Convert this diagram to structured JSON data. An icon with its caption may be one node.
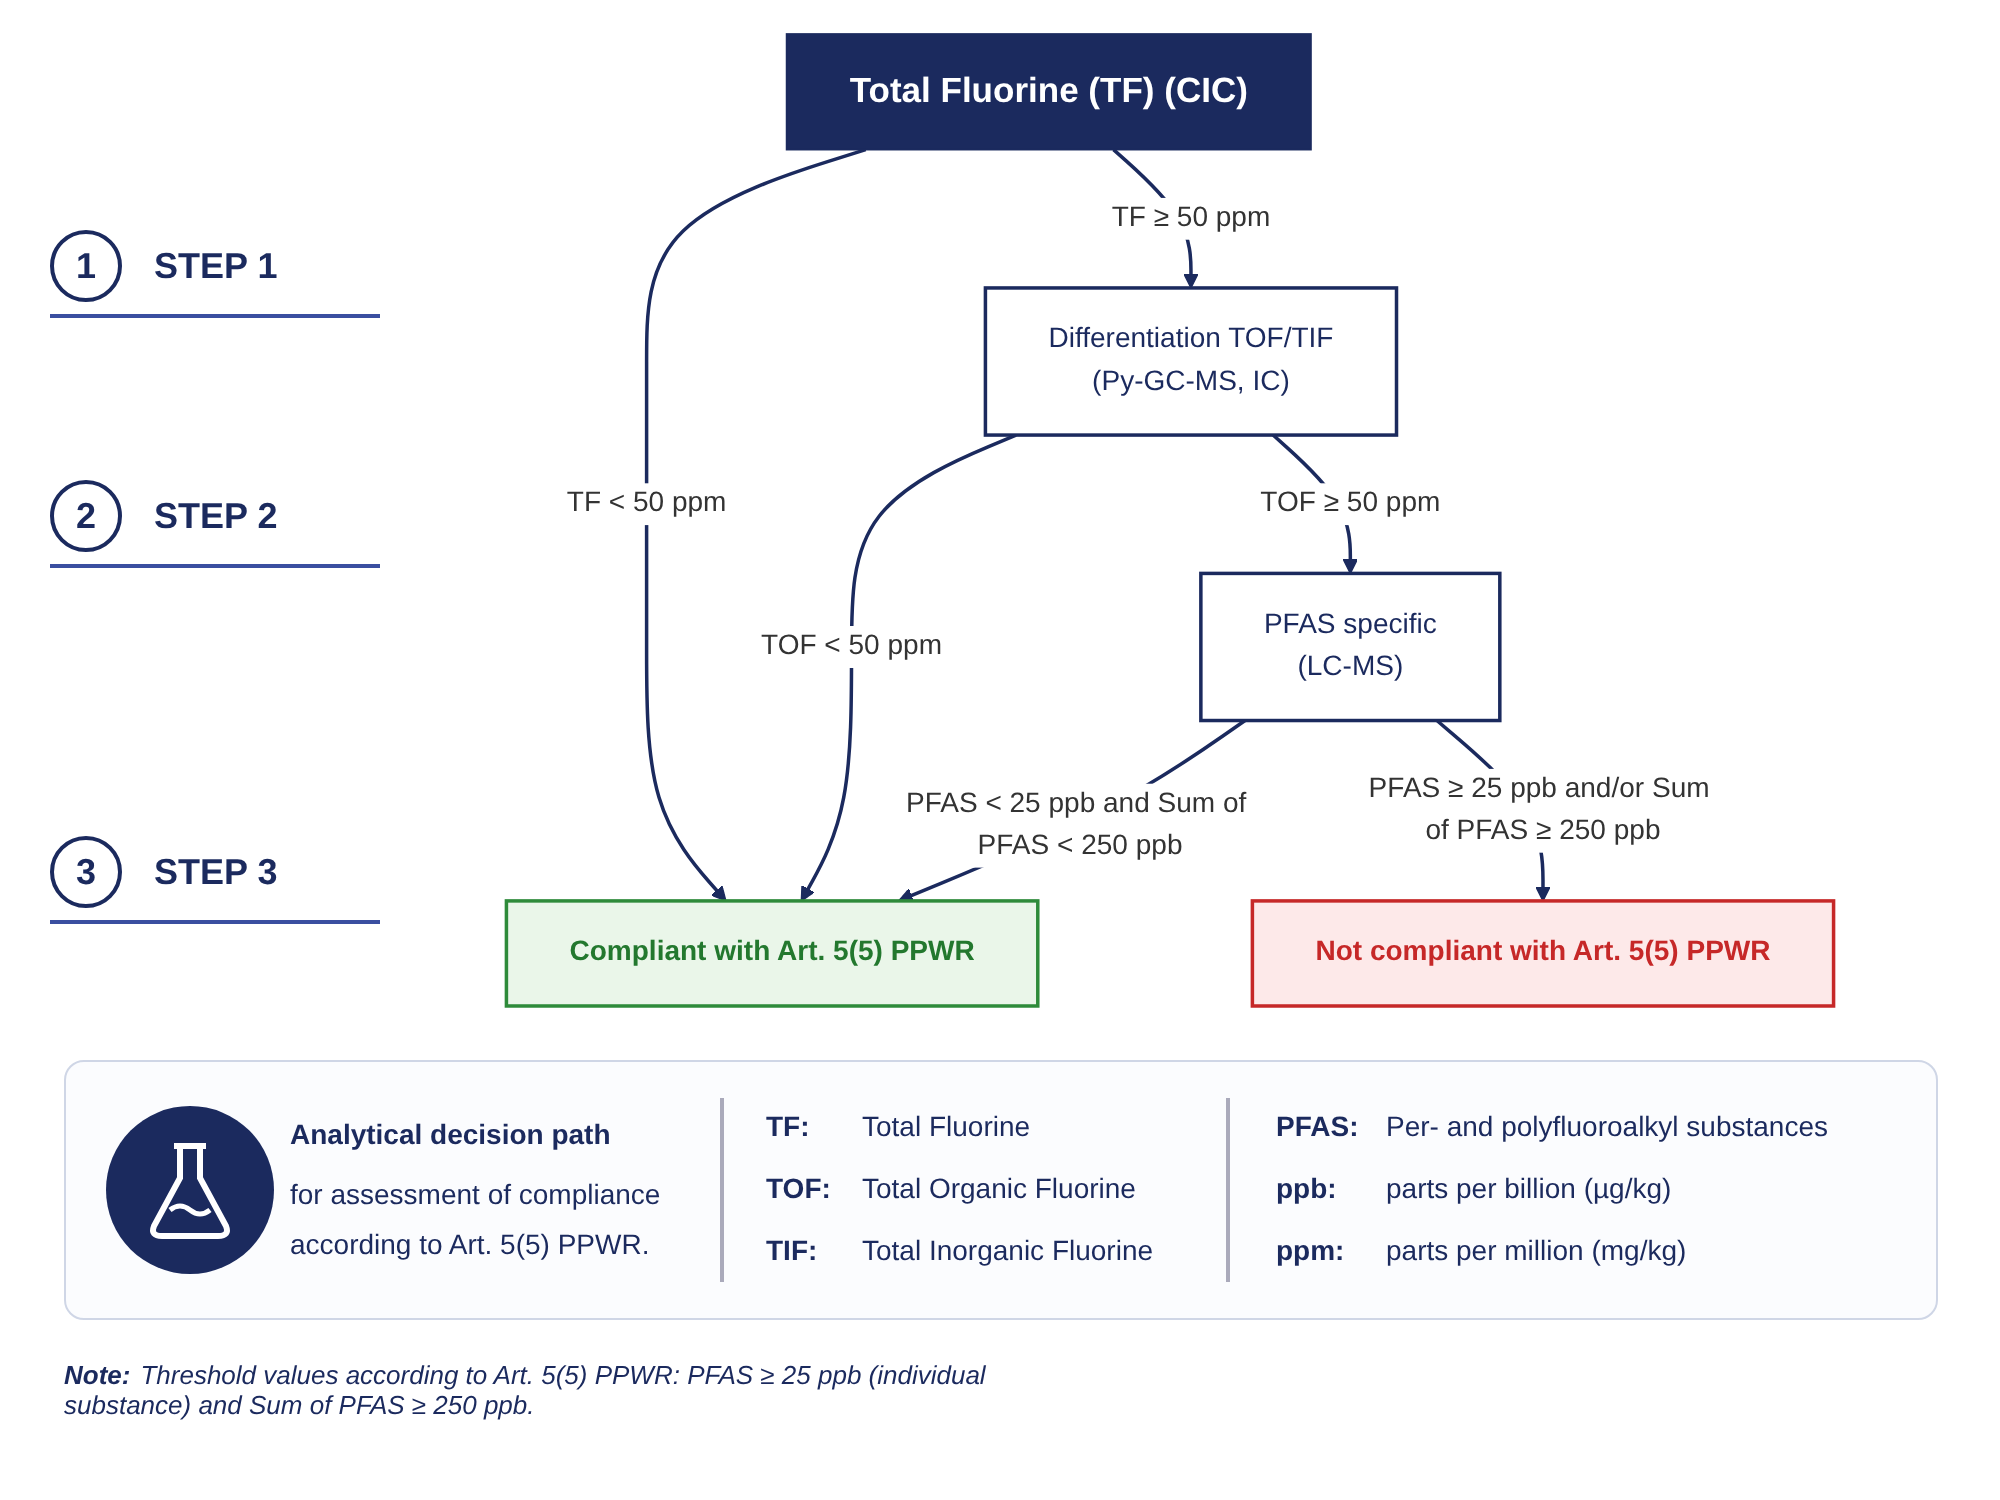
{
  "diagram": {
    "nodes": [
      {
        "text": [
          "Total Fluorine (TF) (CIC)"
        ]
      },
      {
        "text": [
          "Differentiation TOF/TIF",
          "(Py-GC-MS, IC)"
        ]
      },
      {
        "text": [
          "Compliant with Art. 5(5) PPWR"
        ]
      },
      {
        "text": [
          "PFAS specific",
          "(LC-MS)"
        ]
      },
      {
        "text": [
          "Not compliant with Art. 5(5) PPWR"
        ]
      }
    ],
    "edges": [
      {
        "from": 0,
        "to": 1,
        "arrow": "to",
        "label": "TF ≥ 50 ppm"
      },
      {
        "from": 0,
        "to": 2,
        "arrow": "to",
        "label": "TF < 50 ppm"
      },
      {
        "from": 1,
        "to": 2,
        "arrow": "to",
        "label": "TOF < 50 ppm"
      },
      {
        "from": 1,
        "to": 3,
        "arrow": "to",
        "label": "TOF ≥ 50 ppm"
      },
      {
        "from": 3,
        "to": 2,
        "arrow": "to",
        "label": "PFAS < 25 ppb and Sum of PFAS < 250 ppb"
      },
      {
        "from": 3,
        "to": 4,
        "arrow": "to",
        "label": "PFAS ≥ 25 ppb and/or Sum of PFAS ≥ 250 ppb"
      }
    ],
    "labels": [
      "1",
      "STEP 1",
      "2",
      "STEP 2",
      "3",
      "STEP 3",
      "Analytical decision path",
      "for assessment of compliance according to Art. 5(5) PPWR.",
      "TF:",
      "Total Fluorine",
      "PFAS:",
      "Per- and polyfluoroalkyl substances",
      "TOF:",
      "Total Organic Fluorine",
      "ppb:",
      "parts per billion (µg/kg)",
      "TIF:",
      "Total Inorganic Fluorine",
      "ppm:",
      "parts per million (mg/kg)",
      "Note:",
      "Threshold values according to Art. 5(5) PPWR: PFAS ≥ 25 ppb (individual substance) and Sum of PFAS ≥ 250 ppb."
    ]
  }
}
